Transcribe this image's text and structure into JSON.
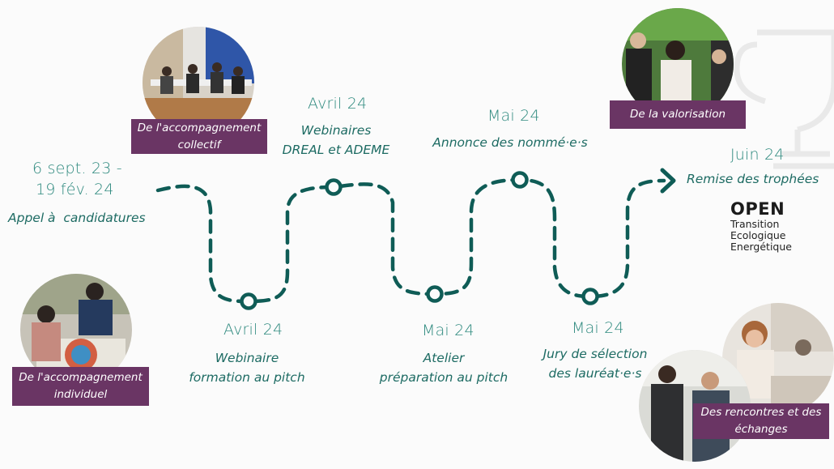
{
  "milestones": [
    {
      "date_lines": [
        "6 sept. 23 -",
        "19 fév. 24"
      ],
      "label": "Appel à  candidatures"
    },
    {
      "date": "Avril 24",
      "label_lines": [
        "Webinaire",
        "formation au pitch"
      ]
    },
    {
      "date": "Avril 24",
      "label_lines": [
        "Webinaires",
        "DREAL et ADEME"
      ]
    },
    {
      "date": "Mai 24",
      "label_lines": [
        "Atelier",
        "préparation au pitch"
      ]
    },
    {
      "date": "Mai 24",
      "label": "Annonce des nommé·e·s"
    },
    {
      "date": "Mai 24",
      "label_lines": [
        "Jury de sélection",
        "des lauréat·e·s"
      ]
    },
    {
      "date": "Juin 24",
      "label": "Remise des trophées"
    }
  ],
  "callouts": {
    "collective": [
      "De l'accompagnement",
      "collectif"
    ],
    "individual": [
      "De l'accompagnement",
      "individuel"
    ],
    "valorisation": "De la valorisation",
    "meetings": [
      "Des rencontres et des",
      "échanges"
    ]
  },
  "logo": {
    "title": "OPEN",
    "lines": [
      "Transition",
      "Ecologique",
      "Energétique"
    ]
  },
  "colors": {
    "path": "#0f5c56",
    "text": "#1d6b63",
    "callout_bg": "#6a3564"
  }
}
